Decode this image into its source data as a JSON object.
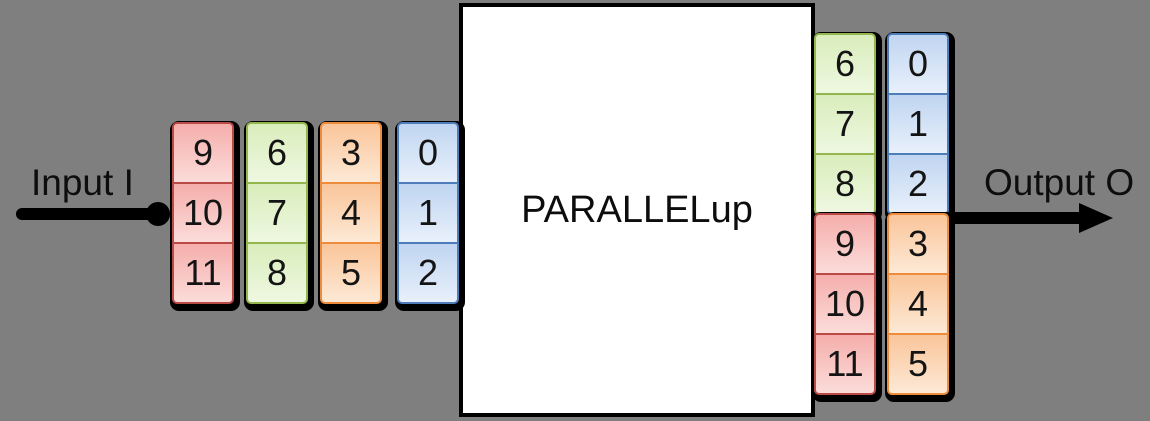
{
  "palette": {
    "background": "#7F7F7F",
    "arrow": "#000000",
    "box_fill": "#FFFFFF",
    "box_border": "#000000",
    "red": {
      "border": "#BA4A45",
      "top": "#F5AEAB",
      "bottom": "#FBDCDA"
    },
    "green": {
      "border": "#94B64E",
      "top": "#D9EDBB",
      "bottom": "#EEF8E1"
    },
    "orange": {
      "border": "#EE8C3E",
      "top": "#FAC59A",
      "bottom": "#FDE9D6"
    },
    "blue": {
      "border": "#4E7DBA",
      "top": "#C0D5F1",
      "bottom": "#E8F0FB"
    }
  },
  "input": {
    "label": "Input I"
  },
  "output": {
    "label": "Output O"
  },
  "processor": {
    "label": "PARALLELup"
  },
  "left_group": {
    "columns": [
      {
        "cells": [
          {
            "color": "red",
            "value": "9"
          },
          {
            "color": "red",
            "value": "10"
          },
          {
            "color": "red",
            "value": "11"
          }
        ]
      },
      {
        "cells": [
          {
            "color": "green",
            "value": "6"
          },
          {
            "color": "green",
            "value": "7"
          },
          {
            "color": "green",
            "value": "8"
          }
        ]
      },
      {
        "cells": [
          {
            "color": "orange",
            "value": "3"
          },
          {
            "color": "orange",
            "value": "4"
          },
          {
            "color": "orange",
            "value": "5"
          }
        ]
      },
      {
        "cells": [
          {
            "color": "blue",
            "value": "0"
          },
          {
            "color": "blue",
            "value": "1"
          },
          {
            "color": "blue",
            "value": "2"
          }
        ]
      }
    ]
  },
  "right_group": {
    "columns": [
      {
        "segments": [
          {
            "cells": [
              {
                "color": "green",
                "value": "6"
              },
              {
                "color": "green",
                "value": "7"
              },
              {
                "color": "green",
                "value": "8"
              }
            ]
          },
          {
            "cells": [
              {
                "color": "red",
                "value": "9"
              },
              {
                "color": "red",
                "value": "10"
              },
              {
                "color": "red",
                "value": "11"
              }
            ]
          }
        ]
      },
      {
        "segments": [
          {
            "cells": [
              {
                "color": "blue",
                "value": "0"
              },
              {
                "color": "blue",
                "value": "1"
              },
              {
                "color": "blue",
                "value": "2"
              }
            ]
          },
          {
            "cells": [
              {
                "color": "orange",
                "value": "3"
              },
              {
                "color": "orange",
                "value": "4"
              },
              {
                "color": "orange",
                "value": "5"
              }
            ]
          }
        ]
      }
    ]
  }
}
